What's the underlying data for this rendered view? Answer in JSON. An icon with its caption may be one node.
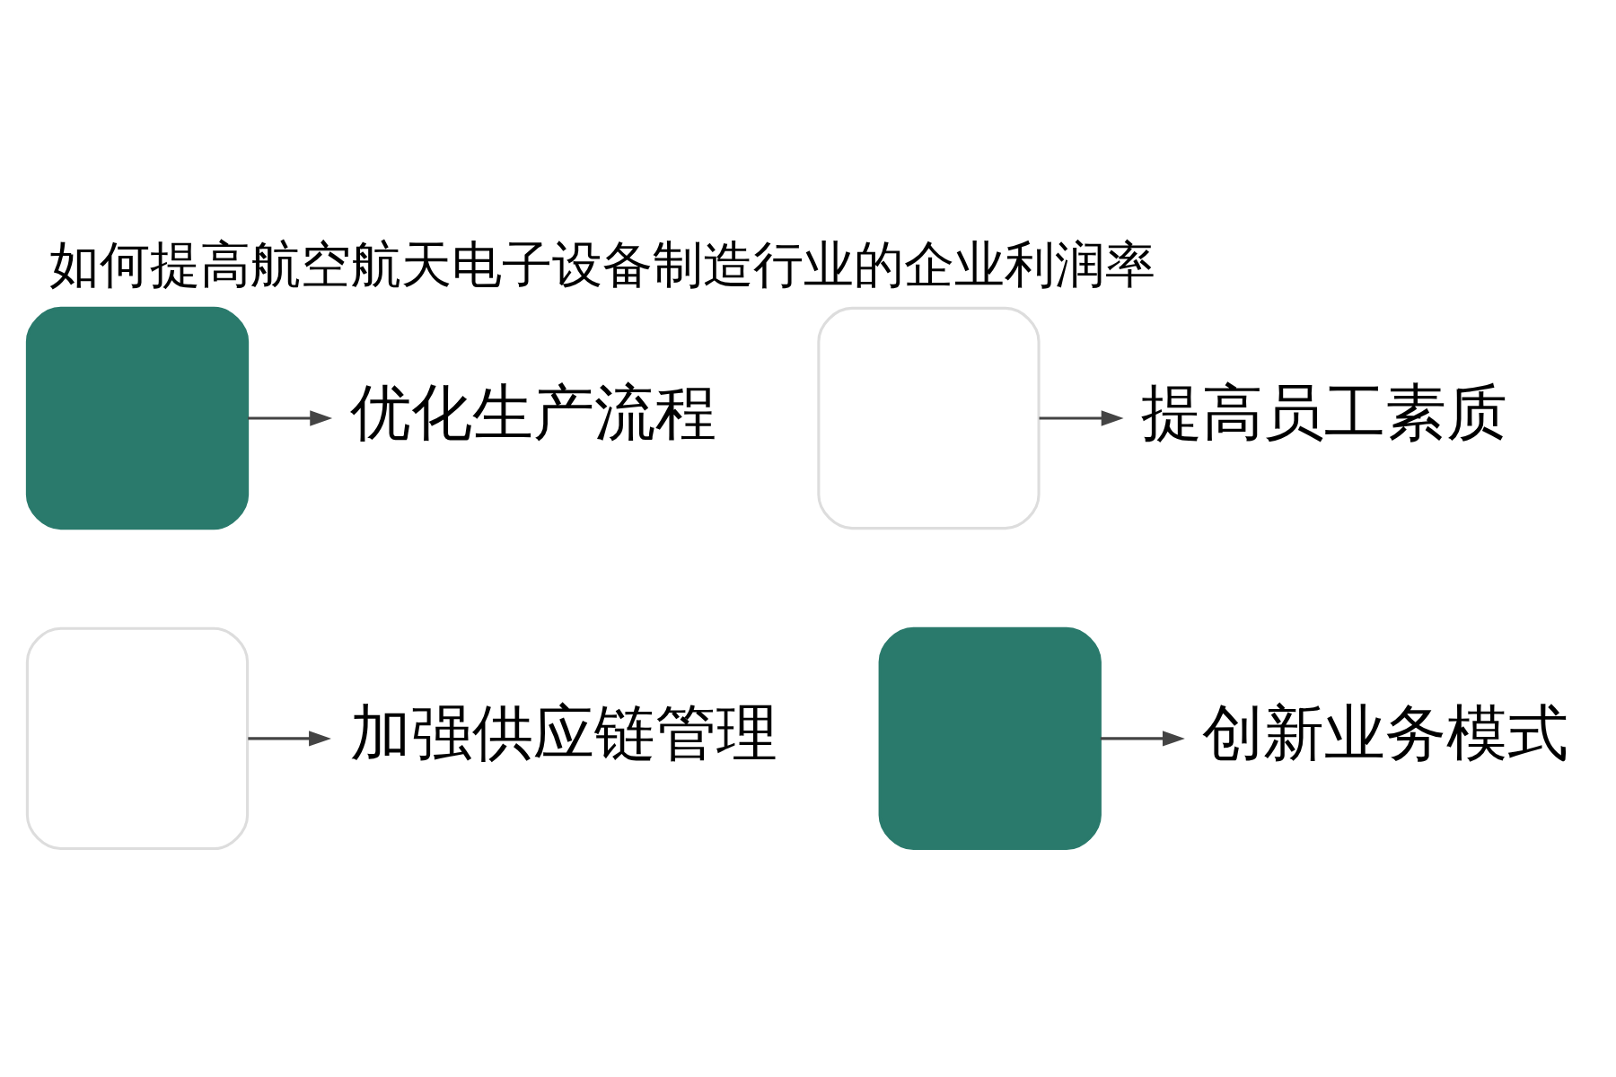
{
  "diagram": {
    "title": "如何提高航空航天电子设备制造行业的企业利润率",
    "nodes": [
      {
        "text": [
          "优化生产流程"
        ]
      },
      {
        "text": [],
        "shape": "box"
      },
      {
        "text": [],
        "shape": "box"
      },
      {
        "text": [
          "提高员工素质"
        ]
      },
      {
        "text": [
          "加强供应链管理"
        ]
      },
      {
        "text": [],
        "shape": "box"
      },
      {
        "text": [],
        "shape": "box"
      },
      {
        "text": [
          "创新业务模式"
        ]
      }
    ],
    "edges": [
      {
        "from": 1,
        "to": 0,
        "arrow": "to"
      },
      {
        "from": 2,
        "to": 3,
        "arrow": "to"
      },
      {
        "from": 5,
        "to": 4,
        "arrow": "to"
      },
      {
        "from": 6,
        "to": 7,
        "arrow": "to"
      }
    ]
  }
}
